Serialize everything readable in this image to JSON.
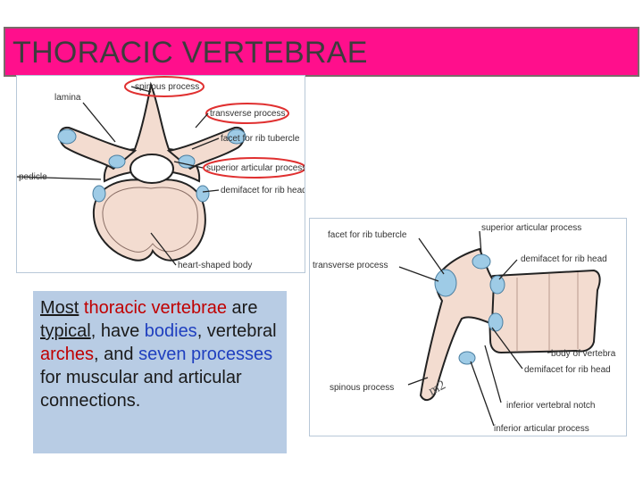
{
  "title": "THORACIC VERTEBRAE",
  "figure_top": {
    "labels": {
      "spinous": "spinous process",
      "lamina": "lamina",
      "transverse": "transverse process",
      "facet_tubercle": "facet for rib tubercle",
      "superior_articular": "superior articular process",
      "pedicle": "pedicle",
      "demifacet": "demifacet for rib head",
      "heart_body": "heart-shaped body"
    }
  },
  "figure_side": {
    "labels": {
      "facet_tubercle": "facet for rib tubercle",
      "superior_articular": "superior articular process",
      "transverse": "transverse process",
      "demifacet_upper": "demifacet for rib head",
      "body": "body of vertebra",
      "demifacet_lower": "demifacet for rib head",
      "spinous": "spinous process",
      "inferior_notch": "inferior vertebral notch",
      "inferior_articular": "inferior articular process",
      "handwriting": "m2"
    }
  },
  "textbox": {
    "p1": "Most",
    "p2": " ",
    "p3": "thoracic vertebrae",
    "p4": " are ",
    "p5": "typical",
    "p6": ", have ",
    "p7": "bodies",
    "p8": ", vertebral ",
    "p9": "arches",
    "p10": ", and ",
    "p11": "seven processes",
    "p12": " for muscular and articular connections."
  },
  "colors": {
    "title_bg": "#ff0f8c",
    "textbox_bg": "#b8cce4",
    "highlight_red": "#c00000",
    "highlight_blue": "#1f3fbf",
    "bone": "#f3dcd0",
    "cartilage": "#9ecbe6"
  }
}
